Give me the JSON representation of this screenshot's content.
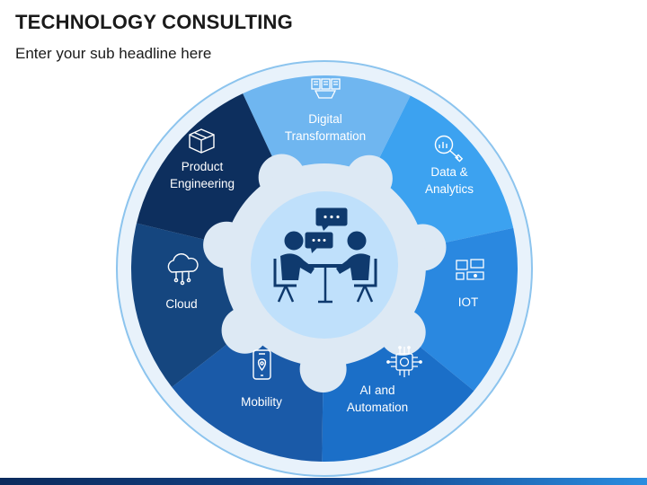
{
  "header": {
    "title": "TECHNOLOGY CONSULTING",
    "subtitle": "Enter your sub headline here"
  },
  "segments": [
    {
      "id": "digital-transformation",
      "label_line1": "Digital",
      "label_line2": "Transformation",
      "icon": "documents-icon",
      "color": "#6fb6f0"
    },
    {
      "id": "data-analytics",
      "label_line1": "Data &",
      "label_line2": "Analytics",
      "icon": "analytics-magnifier-icon",
      "color": "#3ca2f0"
    },
    {
      "id": "iot",
      "label_line1": "IOT",
      "label_line2": "",
      "icon": "iot-devices-icon",
      "color": "#2a88e0"
    },
    {
      "id": "ai-automation",
      "label_line1": "AI and",
      "label_line2": "Automation",
      "icon": "ai-chip-icon",
      "color": "#1b6fc8"
    },
    {
      "id": "mobility",
      "label_line1": "Mobility",
      "label_line2": "",
      "icon": "smartphone-location-icon",
      "color": "#1a5aa8"
    },
    {
      "id": "cloud",
      "label_line1": "Cloud",
      "label_line2": "",
      "icon": "cloud-network-icon",
      "color": "#15467f"
    },
    {
      "id": "product-engineering",
      "label_line1": "Product",
      "label_line2": "Engineering",
      "icon": "box-package-icon",
      "color": "#0d2f5e"
    }
  ],
  "center": {
    "icon": "consultation-meeting-icon"
  }
}
